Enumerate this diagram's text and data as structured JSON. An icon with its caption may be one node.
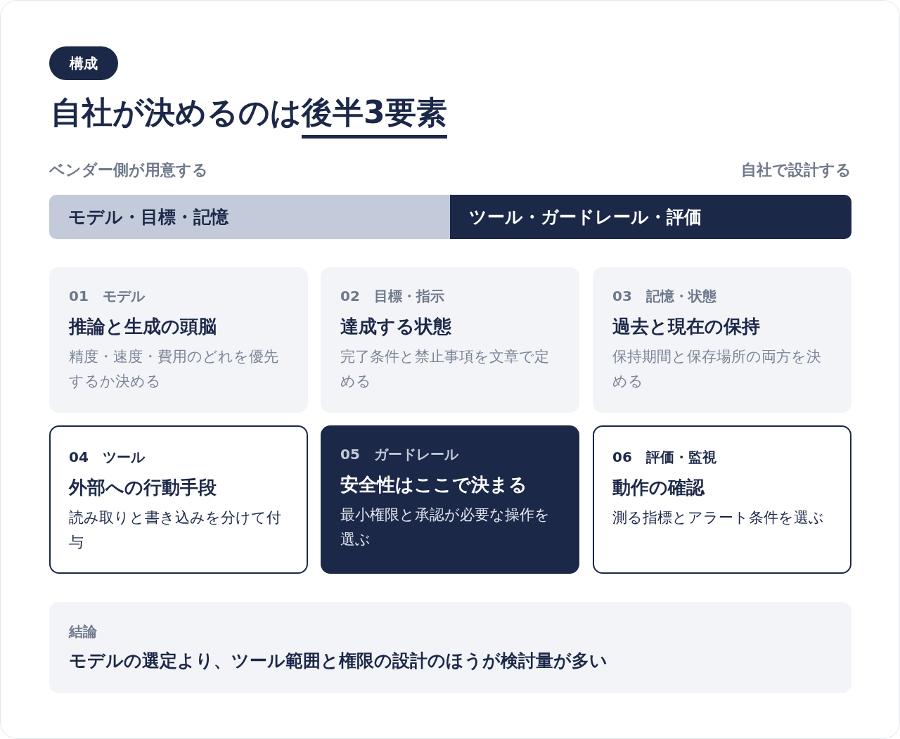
{
  "diagram": {
    "title": "自社が決めるのは後半3要素",
    "nodes": [
      {
        "text": [
          "構成"
        ]
      },
      {
        "text": [
          "ベンダー側が用意する",
          "モデル・目標・記憶"
        ]
      },
      {
        "text": [
          "自社で設計する",
          "ツール・ガードレール・評価"
        ]
      },
      {
        "text": [
          "01　モデル",
          "推論と生成の頭脳",
          "精度・速度・費用のどれを優先するか決める"
        ]
      },
      {
        "text": [
          "02　目標・指示",
          "達成する状態",
          "完了条件と禁止事項を文章で定める"
        ]
      },
      {
        "text": [
          "03　記憶・状態",
          "過去と現在の保持",
          "保持期間と保存場所の両方を決める"
        ]
      },
      {
        "text": [
          "04　ツール",
          "外部への行動手段",
          "読み取りと書き込みを分けて付与"
        ]
      },
      {
        "text": [
          "05　ガードレール",
          "安全性はここで決まる",
          "最小権限と承認が必要な操作を選ぶ"
        ]
      },
      {
        "text": [
          "06　評価・監視",
          "動作の確認",
          "測る指標とアラート条件を選ぶ"
        ]
      },
      {
        "text": [
          "結論",
          "モデルの選定より、ツール範囲と権限の設計のほうが検討量が多い"
        ]
      }
    ]
  }
}
